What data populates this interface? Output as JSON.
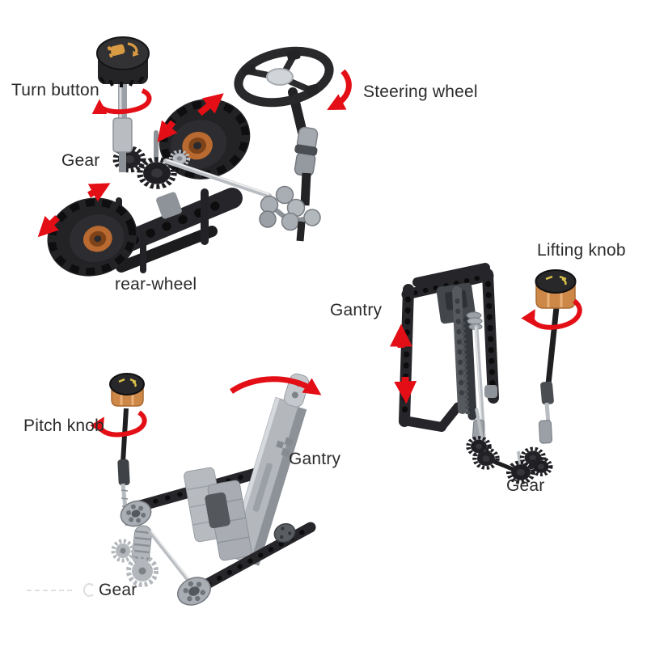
{
  "figure": {
    "background": "#ffffff",
    "colors": {
      "arrow_red": "#e30e16",
      "knob_orange": "#cd8747",
      "wheel_hub_orange": "#b96a30",
      "part_dark": "#242428",
      "part_gray": "#a9aeb4",
      "label_text": "#2b2b2b"
    }
  },
  "assemblies": {
    "steering": {
      "labels": {
        "turn_button": "Turn button",
        "gear": "Gear",
        "rear_wheel": "rear-wheel",
        "steering_wheel": "Steering wheel"
      }
    },
    "lifting": {
      "labels": {
        "gantry": "Gantry",
        "lifting_knob": "Lifting knob",
        "gear": "Gear"
      }
    },
    "pitch": {
      "labels": {
        "pitch_knob": "Pitch knob",
        "gantry": "Gantry",
        "gear": "Gear"
      }
    }
  }
}
